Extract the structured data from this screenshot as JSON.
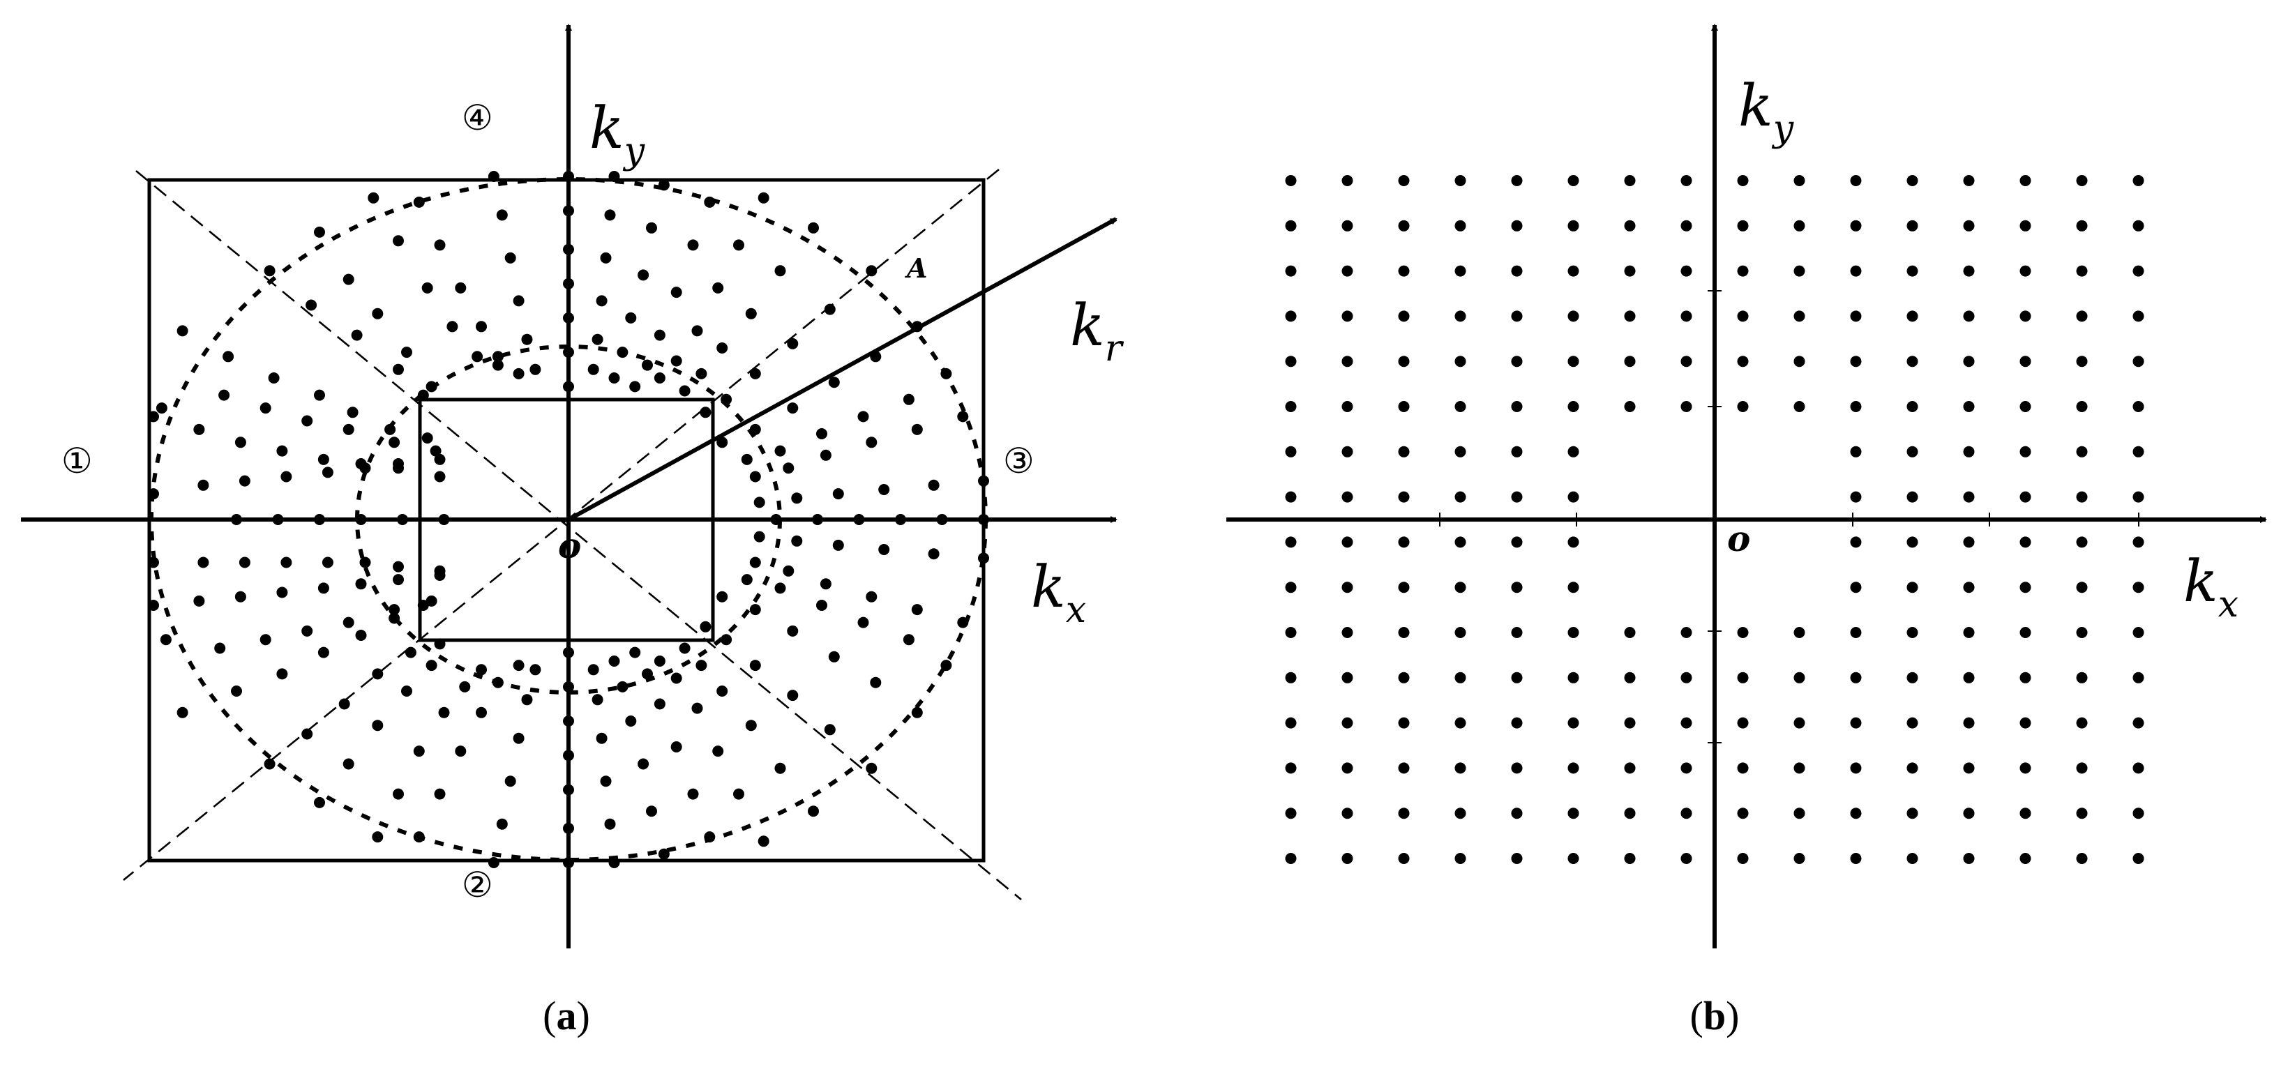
{
  "panel_a": {
    "axis_x": {
      "main": "k",
      "sub": "x"
    },
    "axis_y": {
      "main": "k",
      "sub": "y"
    },
    "axis_r": {
      "main": "k",
      "sub": "r"
    },
    "origin": "o",
    "point_a": "A",
    "region_labels": [
      "①",
      "②",
      "③",
      "④"
    ],
    "caption": {
      "open": "(",
      "letter": "a",
      "close": ")"
    },
    "arc_dots": [
      [
        [
          -8,
          0
        ],
        [
          -7,
          0
        ],
        [
          -6,
          0
        ],
        [
          -5,
          0
        ],
        [
          -4,
          0
        ],
        [
          -3,
          0
        ]
      ],
      [
        [
          -10,
          0.6
        ],
        [
          -8.8,
          0.8
        ],
        [
          -7.8,
          0.9
        ],
        [
          -6.8,
          1.0
        ],
        [
          -5.8,
          1.1
        ],
        [
          -4.9,
          1.2
        ],
        [
          -4.1,
          1.3
        ],
        [
          -3.1,
          1.4
        ]
      ],
      [
        [
          -10,
          2.4
        ],
        [
          -8.9,
          2.1
        ],
        [
          -7.9,
          1.8
        ],
        [
          -6.9,
          1.6
        ],
        [
          -5.9,
          1.4
        ],
        [
          -5.0,
          1.3
        ],
        [
          -4.1,
          1.2
        ],
        [
          -3.1,
          1.0
        ]
      ],
      [
        [
          -9.8,
          2.6
        ],
        [
          -8.3,
          2.9
        ],
        [
          -7.3,
          2.6
        ],
        [
          -6.3,
          2.3
        ],
        [
          -5.3,
          2.1
        ],
        [
          -4.2,
          1.8
        ],
        [
          -3.2,
          1.6
        ]
      ],
      [
        [
          -9.3,
          4.4
        ],
        [
          -8.2,
          3.8
        ],
        [
          -7.1,
          3.3
        ],
        [
          -6.0,
          2.9
        ],
        [
          -5.2,
          2.5
        ],
        [
          -4.3,
          2.1
        ],
        [
          -3.4,
          1.9
        ]
      ],
      [
        [
          -7.2,
          5.8
        ],
        [
          -6.2,
          5.0
        ],
        [
          -5.1,
          4.3
        ],
        [
          -4.1,
          3.5
        ],
        [
          -3.5,
          2.9
        ]
      ],
      [
        [
          -6.0,
          6.7
        ],
        [
          -5.3,
          5.6
        ],
        [
          -4.6,
          4.8
        ],
        [
          -3.9,
          3.9
        ],
        [
          -3.3,
          3.1
        ]
      ],
      [
        [
          -4.7,
          7.5
        ],
        [
          -4.1,
          6.5
        ],
        [
          -3.4,
          5.4
        ],
        [
          -2.8,
          4.5
        ],
        [
          -2.2,
          3.8
        ],
        [
          -1.7,
          3.6
        ]
      ],
      [
        [
          -3.6,
          7.4
        ],
        [
          -3.1,
          6.4
        ],
        [
          -2.6,
          5.4
        ],
        [
          -2.1,
          4.5
        ],
        [
          -1.7,
          3.8
        ],
        [
          -1.2,
          3.4
        ]
      ],
      [
        [
          -1.8,
          8.0
        ],
        [
          -1.6,
          7.1
        ],
        [
          -1.4,
          6.1
        ],
        [
          -1.2,
          5.1
        ],
        [
          -1.0,
          4.2
        ],
        [
          -0.8,
          3.5
        ]
      ],
      [
        [
          0,
          8
        ],
        [
          0,
          7.2
        ],
        [
          0,
          6.3
        ],
        [
          0,
          5.5
        ],
        [
          0,
          4.7
        ],
        [
          0,
          3.9
        ],
        [
          0,
          3.1
        ]
      ],
      [
        [
          1.1,
          8.0
        ],
        [
          1.0,
          7.1
        ],
        [
          0.9,
          6.1
        ],
        [
          0.8,
          5.1
        ],
        [
          0.7,
          4.2
        ],
        [
          0.6,
          3.5
        ]
      ],
      [
        [
          2.3,
          7.8
        ],
        [
          2.0,
          6.8
        ],
        [
          1.8,
          5.7
        ],
        [
          1.5,
          4.7
        ],
        [
          1.3,
          3.9
        ],
        [
          1.1,
          3.3
        ]
      ],
      [
        [
          3.4,
          7.4
        ],
        [
          3.0,
          6.4
        ],
        [
          2.6,
          5.3
        ],
        [
          2.2,
          4.3
        ],
        [
          1.9,
          3.6
        ],
        [
          1.6,
          3.1
        ]
      ],
      [
        [
          4.7,
          7.5
        ],
        [
          4.1,
          6.4
        ],
        [
          3.6,
          5.4
        ],
        [
          3.1,
          4.4
        ],
        [
          2.6,
          3.7
        ],
        [
          2.2,
          3.3
        ]
      ],
      [
        [
          5.9,
          6.8
        ],
        [
          5.1,
          5.8
        ],
        [
          4.4,
          4.8
        ],
        [
          3.7,
          4.0
        ],
        [
          3.2,
          3.4
        ],
        [
          2.8,
          3.0
        ]
      ],
      [
        [
          7.3,
          5.8
        ],
        [
          6.3,
          4.9
        ],
        [
          5.4,
          4.1
        ],
        [
          4.5,
          3.4
        ],
        [
          3.8,
          2.8
        ],
        [
          3.3,
          2.5
        ]
      ],
      [
        [
          8.4,
          4.5
        ],
        [
          7.4,
          3.8
        ],
        [
          6.4,
          3.2
        ],
        [
          5.4,
          2.6
        ],
        [
          4.5,
          2.1
        ],
        [
          3.7,
          1.8
        ]
      ],
      [
        [
          9.1,
          3.4
        ],
        [
          8.2,
          2.8
        ],
        [
          7.1,
          2.4
        ],
        [
          6.1,
          2.0
        ],
        [
          5.1,
          1.6
        ],
        [
          4.3,
          1.4
        ]
      ],
      [
        [
          9.5,
          2.4
        ],
        [
          8.4,
          2.1
        ],
        [
          7.3,
          1.8
        ],
        [
          6.2,
          1.5
        ],
        [
          5.3,
          1.2
        ],
        [
          4.5,
          1.0
        ]
      ],
      [
        [
          10,
          0.9
        ],
        [
          8.8,
          0.8
        ],
        [
          7.6,
          0.7
        ],
        [
          6.5,
          0.6
        ],
        [
          5.5,
          0.5
        ],
        [
          4.6,
          0.4
        ]
      ],
      [
        [
          10,
          0
        ],
        [
          9.0,
          0
        ],
        [
          8.0,
          0
        ],
        [
          7.0,
          0
        ],
        [
          6.0,
          0
        ],
        [
          5.0,
          0
        ]
      ],
      [
        [
          -10,
          -1.0
        ],
        [
          -8.8,
          -1.0
        ],
        [
          -7.8,
          -1.0
        ],
        [
          -6.8,
          -1.0
        ],
        [
          -5.8,
          -1.0
        ],
        [
          -4.9,
          -1.0
        ],
        [
          -4.1,
          -1.1
        ],
        [
          -3.1,
          -1.2
        ]
      ],
      [
        [
          -10,
          -2.0
        ],
        [
          -8.9,
          -1.9
        ],
        [
          -7.9,
          -1.8
        ],
        [
          -6.9,
          -1.7
        ],
        [
          -5.9,
          -1.6
        ],
        [
          -5.0,
          -1.5
        ],
        [
          -4.1,
          -1.4
        ],
        [
          -3.1,
          -1.3
        ]
      ],
      [
        [
          -9.7,
          -2.8
        ],
        [
          -8.4,
          -3.0
        ],
        [
          -7.3,
          -2.8
        ],
        [
          -6.3,
          -2.6
        ],
        [
          -5.3,
          -2.4
        ],
        [
          -4.2,
          -2.1
        ],
        [
          -3.3,
          -1.9
        ]
      ],
      [
        [
          -9.3,
          -4.5
        ],
        [
          -8.0,
          -4.0
        ],
        [
          -6.9,
          -3.6
        ],
        [
          -5.9,
          -3.1
        ],
        [
          -5.0,
          -2.7
        ],
        [
          -4.2,
          -2.3
        ],
        [
          -3.5,
          -2.0
        ]
      ],
      [
        [
          -7.2,
          -5.7
        ],
        [
          -6.3,
          -5.0
        ],
        [
          -5.4,
          -4.3
        ],
        [
          -4.6,
          -3.6
        ],
        [
          -3.8,
          -3.1
        ],
        [
          -3.1,
          -2.9
        ]
      ],
      [
        [
          -6.0,
          -6.6
        ],
        [
          -5.3,
          -5.7
        ],
        [
          -4.6,
          -4.8
        ],
        [
          -3.9,
          -4.0
        ],
        [
          -3.3,
          -3.4
        ]
      ],
      [
        [
          -4.6,
          -7.4
        ],
        [
          -4.1,
          -6.4
        ],
        [
          -3.6,
          -5.4
        ],
        [
          -3.0,
          -4.5
        ],
        [
          -2.5,
          -3.9
        ],
        [
          -2.1,
          -3.5
        ]
      ],
      [
        [
          -3.6,
          -7.4
        ],
        [
          -3.1,
          -6.4
        ],
        [
          -2.6,
          -5.4
        ],
        [
          -2.1,
          -4.5
        ],
        [
          -1.7,
          -3.8
        ],
        [
          -1.2,
          -3.4
        ]
      ],
      [
        [
          -1.8,
          -8.0
        ],
        [
          -1.6,
          -7.1
        ],
        [
          -1.4,
          -6.1
        ],
        [
          -1.2,
          -5.1
        ],
        [
          -1.0,
          -4.2
        ],
        [
          -0.8,
          -3.5
        ]
      ],
      [
        [
          0,
          -8
        ],
        [
          0,
          -7.2
        ],
        [
          0,
          -6.3
        ],
        [
          0,
          -5.5
        ],
        [
          0,
          -4.7
        ],
        [
          0,
          -3.9
        ],
        [
          0,
          -3.1
        ]
      ],
      [
        [
          1.1,
          -8.0
        ],
        [
          1.0,
          -7.1
        ],
        [
          0.9,
          -6.1
        ],
        [
          0.8,
          -5.1
        ],
        [
          0.7,
          -4.2
        ],
        [
          0.6,
          -3.5
        ]
      ],
      [
        [
          2.3,
          -7.8
        ],
        [
          2.0,
          -6.8
        ],
        [
          1.8,
          -5.7
        ],
        [
          1.5,
          -4.7
        ],
        [
          1.3,
          -3.9
        ],
        [
          1.1,
          -3.3
        ]
      ],
      [
        [
          3.4,
          -7.4
        ],
        [
          3.0,
          -6.4
        ],
        [
          2.6,
          -5.3
        ],
        [
          2.2,
          -4.3
        ],
        [
          1.9,
          -3.6
        ],
        [
          1.6,
          -3.1
        ]
      ],
      [
        [
          4.7,
          -7.5
        ],
        [
          4.1,
          -6.4
        ],
        [
          3.6,
          -5.4
        ],
        [
          3.1,
          -4.4
        ],
        [
          2.6,
          -3.7
        ],
        [
          2.2,
          -3.3
        ]
      ],
      [
        [
          5.9,
          -6.8
        ],
        [
          5.1,
          -5.8
        ],
        [
          4.4,
          -4.8
        ],
        [
          3.7,
          -4.0
        ],
        [
          3.2,
          -3.4
        ],
        [
          2.8,
          -3.0
        ]
      ],
      [
        [
          7.3,
          -5.8
        ],
        [
          6.3,
          -4.9
        ],
        [
          5.4,
          -4.1
        ],
        [
          4.5,
          -3.4
        ],
        [
          3.8,
          -2.8
        ],
        [
          3.3,
          -2.5
        ]
      ],
      [
        [
          8.4,
          -4.5
        ],
        [
          7.4,
          -3.8
        ],
        [
          6.4,
          -3.2
        ],
        [
          5.4,
          -2.6
        ],
        [
          4.5,
          -2.1
        ],
        [
          3.7,
          -1.8
        ]
      ],
      [
        [
          9.1,
          -3.4
        ],
        [
          8.2,
          -2.8
        ],
        [
          7.1,
          -2.4
        ],
        [
          6.1,
          -2.0
        ],
        [
          5.1,
          -1.6
        ],
        [
          4.3,
          -1.4
        ]
      ],
      [
        [
          9.5,
          -2.4
        ],
        [
          8.4,
          -2.1
        ],
        [
          7.3,
          -1.8
        ],
        [
          6.2,
          -1.5
        ],
        [
          5.3,
          -1.2
        ],
        [
          4.5,
          -1.0
        ]
      ],
      [
        [
          10,
          -0.9
        ],
        [
          8.8,
          -0.8
        ],
        [
          7.6,
          -0.7
        ],
        [
          6.5,
          -0.6
        ],
        [
          5.5,
          -0.5
        ],
        [
          4.6,
          -0.4
        ]
      ]
    ]
  },
  "panel_b": {
    "axis_x": {
      "main": "k",
      "sub": "x"
    },
    "axis_y": {
      "main": "k",
      "sub": "y"
    },
    "origin": "o",
    "caption": {
      "open": "(",
      "letter": "b",
      "close": ")"
    },
    "grid_columns": [
      -7.5,
      -6.5,
      -5.5,
      -4.5,
      -3.5,
      -2.5,
      -1.5,
      -0.5,
      0.5,
      1.5,
      2.5,
      3.5,
      4.5,
      5.5,
      6.5,
      7.5
    ],
    "grid_rows": [
      6,
      5.2,
      4.4,
      3.6,
      2.8,
      2.0,
      1.2,
      0.4,
      -0.4,
      -1.2,
      -2.0,
      -2.8,
      -3.6,
      -4.4,
      -5.2,
      -6.0
    ],
    "missing": {
      "upper_left_cols": [
        -1.5,
        -0.5
      ],
      "upper_left_rows": [
        1.2,
        0.4
      ],
      "upper_right_cols": [
        0.5,
        1.5
      ],
      "upper_right_rows": [
        1.2,
        0.4
      ],
      "lower_left_cols": [
        -1.5,
        -0.5
      ],
      "lower_left_rows": [
        -0.4,
        -1.2
      ],
      "lower_right_cols": [
        0.5,
        1.5
      ],
      "lower_right_rows": [
        -0.4,
        -1.2
      ]
    }
  }
}
